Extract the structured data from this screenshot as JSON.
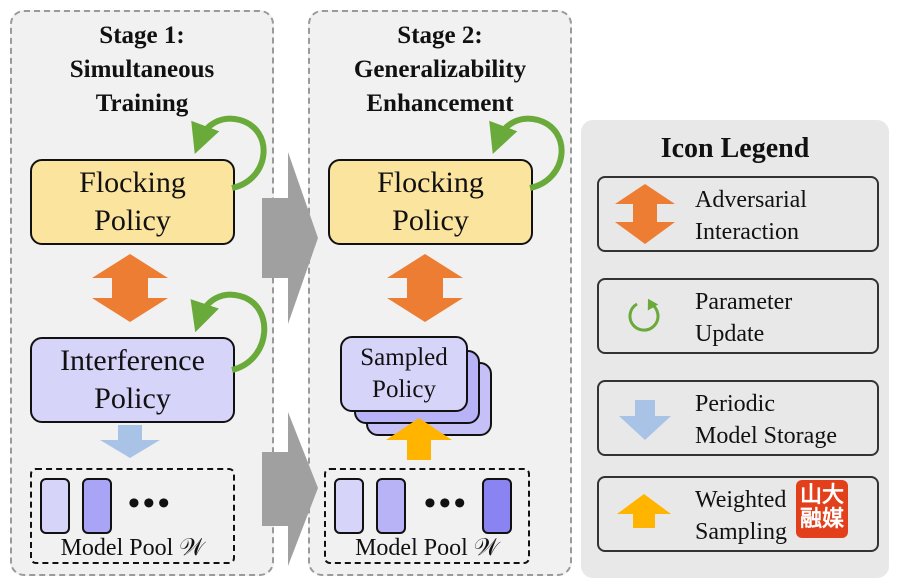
{
  "stage1": {
    "title_line1": "Stage 1:",
    "title_line2": "Simultaneous",
    "title_line3": "Training",
    "flocking_line1": "Flocking",
    "flocking_line2": "Policy",
    "interference_line1": "Interference",
    "interference_line2": "Policy",
    "pool_label": "Model Pool 𝒲"
  },
  "stage2": {
    "title_line1": "Stage 2:",
    "title_line2": "Generalizability",
    "title_line3": "Enhancement",
    "flocking_line1": "Flocking",
    "flocking_line2": "Policy",
    "sampled_line1": "Sampled",
    "sampled_line2": "Policy",
    "pool_label": "Model Pool 𝒲"
  },
  "legend": {
    "title": "Icon Legend",
    "items": [
      {
        "icon": "orange-double-arrow-icon",
        "label": "Adversarial\nInteraction"
      },
      {
        "icon": "green-cycle-arrow-icon",
        "label": "Parameter\nUpdate"
      },
      {
        "icon": "blue-down-arrow-icon",
        "label": "Periodic\nModel Storage"
      },
      {
        "icon": "yellow-up-arrow-icon",
        "label": "Weighted\nSampling"
      }
    ]
  },
  "watermark": {
    "text_line1": "山大",
    "text_line2": "融媒"
  },
  "colors": {
    "flocking": "#fbe49e",
    "interference": "#d7d4f9",
    "adversarial_arrow": "#ee7d34",
    "update_arrow": "#6aaa3a",
    "storage_arrow": "#a9c3e6",
    "sampling_arrow": "#ffb400",
    "transition_arrow": "#a0a0a0"
  }
}
